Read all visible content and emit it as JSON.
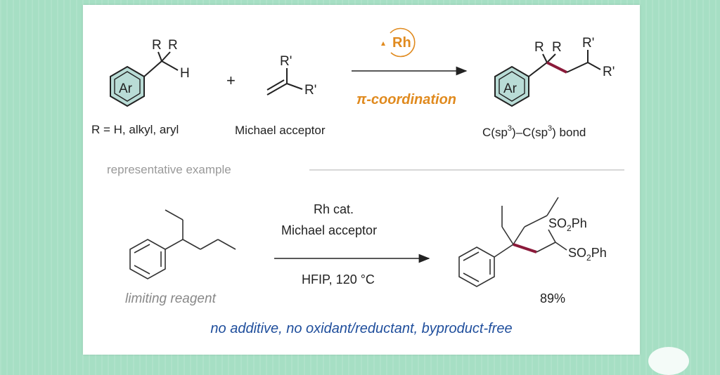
{
  "top_scheme": {
    "reactant_left_labels": {
      "r1": "R",
      "r2": "R",
      "h": "H",
      "ring": "Ar"
    },
    "plus": "+",
    "michael_labels": {
      "rp_top": "R'",
      "rp_right": "R'"
    },
    "catalyst": "Rh",
    "arrow_label": "π-coordination",
    "product_labels": {
      "r1": "R",
      "r2": "R",
      "rp_top": "R'",
      "rp_right": "R'",
      "ring": "Ar"
    },
    "caption_left": "R = H, alkyl, aryl",
    "caption_middle": "Michael acceptor",
    "caption_right": {
      "a": "C(sp",
      "sup1": "3",
      "b": ")–C(sp",
      "sup2": "3",
      "c": ") bond"
    }
  },
  "section_label": "representative example",
  "example": {
    "conditions_line1": "Rh cat.",
    "conditions_line2": "Michael acceptor",
    "conditions_line3": "HFIP, 120 °C",
    "left_caption": "limiting reagent",
    "so2ph_top": {
      "a": "SO",
      "sub": "2",
      "b": "Ph"
    },
    "so2ph_bottom": {
      "a": "SO",
      "sub": "2",
      "b": "Ph"
    },
    "yield": "89%"
  },
  "footer_note": "no additive, no oxidant/reductant, byproduct-free",
  "colors": {
    "background": "#a6dfc4",
    "highlight_bond": "#8b1a3a",
    "accent_orange": "#e08a1e",
    "note_blue": "#1f4e9c",
    "ring_fill": "#b9dcd6"
  }
}
